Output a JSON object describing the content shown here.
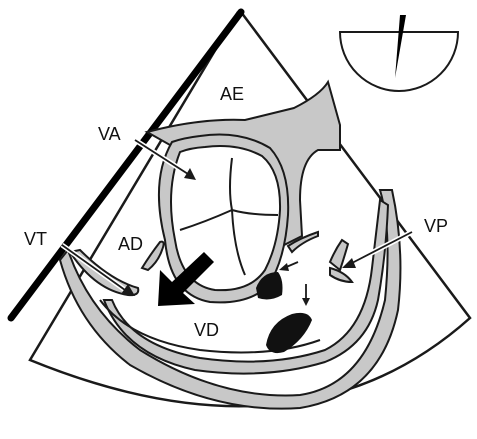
{
  "diagram": {
    "labels": {
      "ae": "AE",
      "va": "VA",
      "vt": "VT",
      "ad": "AD",
      "vp": "VP",
      "vd": "VD"
    },
    "colors": {
      "background": "#ffffff",
      "outline": "#1a1a1a",
      "tissue": "#c8c8c8",
      "transducer_bar": "#000000"
    }
  }
}
